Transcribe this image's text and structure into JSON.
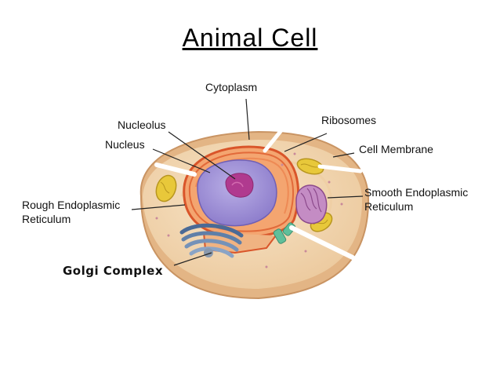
{
  "title": "Animal Cell",
  "labels": {
    "cytoplasm": "Cytoplasm",
    "ribosomes": "Ribosomes",
    "nucleolus": "Nucleolus",
    "nucleus": "Nucleus",
    "cell_membrane": "Cell Membrane",
    "smooth_er_line1": "Smooth Endoplasmic",
    "smooth_er_line2": "Reticulum",
    "rough_er_line1": "Rough Endoplasmic",
    "rough_er_line2": "Reticulum",
    "golgi": "Golgi Complex"
  },
  "colors": {
    "cell_body": "#f2d6b0",
    "cell_rim": "#d9a877",
    "nucleus": "#9f8fd6",
    "nucleolus": "#b03a8f",
    "rough_er": "#e26a3a",
    "mitochondria": "#e8c83a",
    "golgi": "#5f7fa8",
    "smooth_er": "#a85ea8"
  }
}
